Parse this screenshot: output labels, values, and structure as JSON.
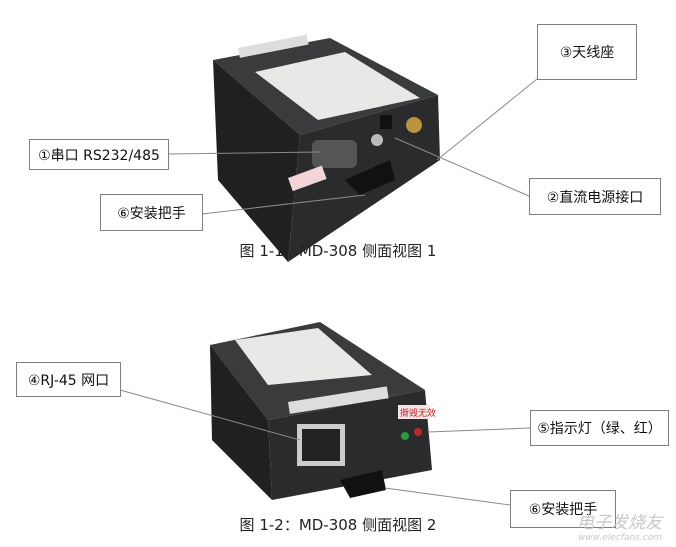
{
  "figure1": {
    "caption": "图 1-1：MD-308 侧面视图 1",
    "callouts": {
      "antenna": "③天线座",
      "serial": "①串口 RS232/485",
      "dc_power": "②直流电源接口",
      "handle": "⑥安装把手"
    }
  },
  "figure2": {
    "caption": "图 1-2：MD-308 侧面视图 2",
    "callouts": {
      "rj45": "④RJ-45 网口",
      "indicator": "⑤指示灯（绿、红）",
      "handle": "⑥安装把手"
    },
    "sticker": "撕毁无效",
    "led_colors": {
      "green": "#2e9a3a",
      "red": "#c0262c"
    }
  },
  "watermark": {
    "logo_text": "电子发烧友",
    "url": "www.elecfans.com"
  },
  "colors": {
    "device_body": "#2b2c2e",
    "callout_border": "#7f7f7f"
  }
}
